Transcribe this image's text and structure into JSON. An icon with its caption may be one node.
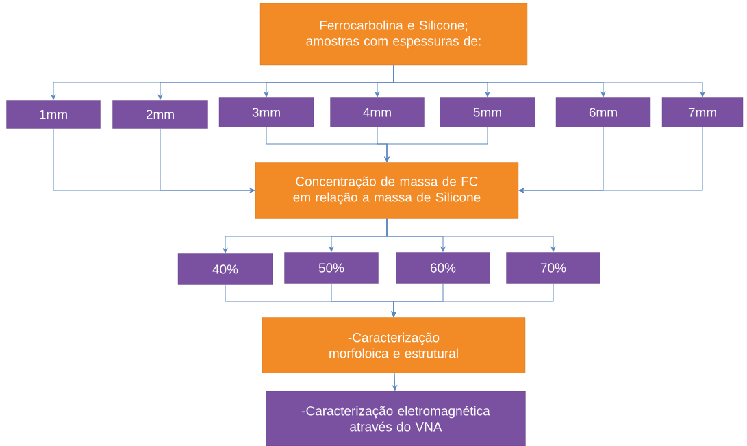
{
  "diagram": {
    "nodes": [
      {
        "text": [
          "Ferrocarbolina e Silicone; amostras com espessuras de:"
        ]
      },
      {
        "text": [
          "1mm"
        ]
      },
      {
        "text": [
          "2mm"
        ]
      },
      {
        "text": [
          "3mm"
        ]
      },
      {
        "text": [
          "4mm"
        ]
      },
      {
        "text": [
          "5mm"
        ]
      },
      {
        "text": [
          "6mm"
        ]
      },
      {
        "text": [
          "7mm"
        ]
      },
      {
        "text": [
          "Concentração de massa de FC em relação a massa de Silicone"
        ]
      },
      {
        "text": [
          "40%"
        ]
      },
      {
        "text": [
          "50%"
        ]
      },
      {
        "text": [
          "60%"
        ]
      },
      {
        "text": [
          "70%"
        ]
      },
      {
        "text": [
          "-Caracterização morfoloica e estrutural"
        ]
      },
      {
        "text": [
          "-Caracterização eletromagnética através do VNA"
        ]
      }
    ],
    "edges": [
      {
        "from": 0,
        "to": 1,
        "arrow": "to"
      },
      {
        "from": 0,
        "to": 2,
        "arrow": "to"
      },
      {
        "from": 0,
        "to": 3,
        "arrow": "to"
      },
      {
        "from": 0,
        "to": 4,
        "arrow": "to"
      },
      {
        "from": 0,
        "to": 5,
        "arrow": "to"
      },
      {
        "from": 0,
        "to": 6,
        "arrow": "to"
      },
      {
        "from": 0,
        "to": 7,
        "arrow": "to"
      },
      {
        "from": 1,
        "to": 8,
        "arrow": "to"
      },
      {
        "from": 2,
        "to": 8,
        "arrow": "to"
      },
      {
        "from": 3,
        "to": 8,
        "arrow": "to"
      },
      {
        "from": 4,
        "to": 8,
        "arrow": "to"
      },
      {
        "from": 5,
        "to": 8,
        "arrow": "to"
      },
      {
        "from": 6,
        "to": 8,
        "arrow": "to"
      },
      {
        "from": 7,
        "to": 8,
        "arrow": "to"
      },
      {
        "from": 8,
        "to": 9,
        "arrow": "to"
      },
      {
        "from": 8,
        "to": 10,
        "arrow": "to"
      },
      {
        "from": 8,
        "to": 11,
        "arrow": "to"
      },
      {
        "from": 8,
        "to": 12,
        "arrow": "to"
      },
      {
        "from": 9,
        "to": 13,
        "arrow": "to"
      },
      {
        "from": 10,
        "to": 13,
        "arrow": "to"
      },
      {
        "from": 11,
        "to": 13,
        "arrow": "to"
      },
      {
        "from": 12,
        "to": 13,
        "arrow": "to"
      },
      {
        "from": 13,
        "to": 14,
        "arrow": "to"
      }
    ]
  }
}
